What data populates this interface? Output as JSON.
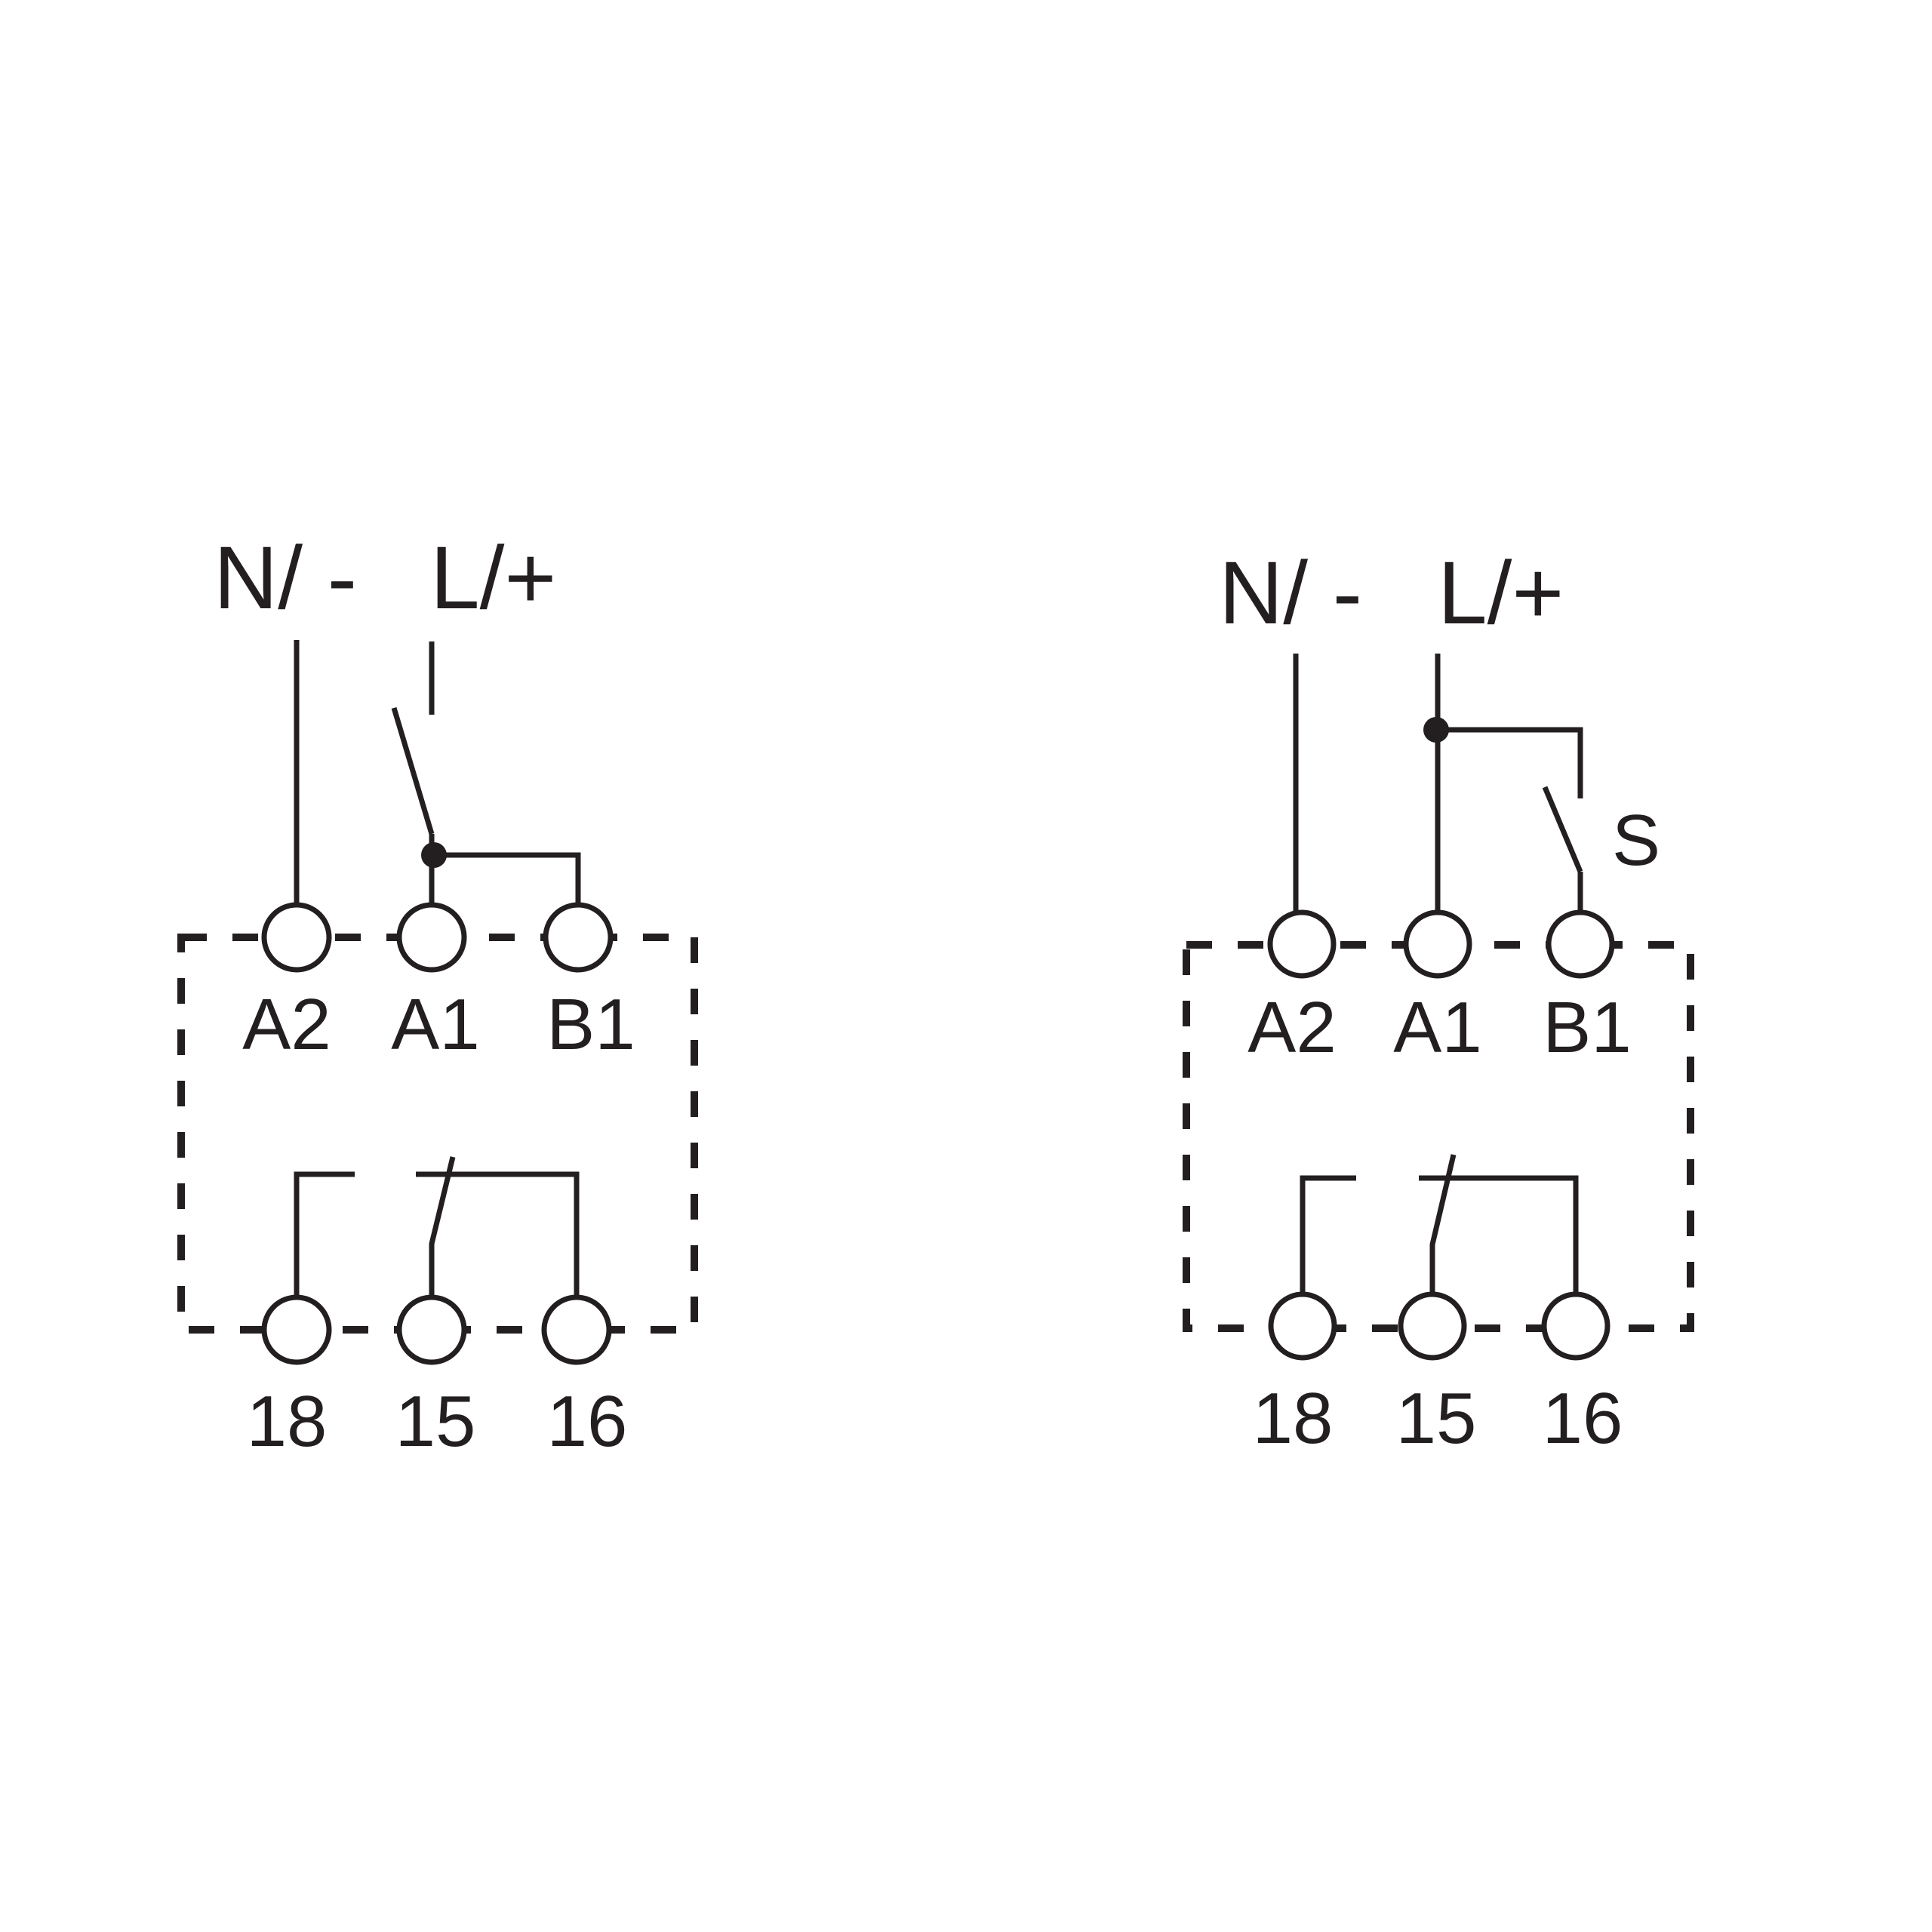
{
  "diagrams": [
    {
      "supply": {
        "neutral": "N/ -",
        "line": "L/+"
      },
      "terminals_top": [
        "A2",
        "A1",
        "B1"
      ],
      "terminals_bottom": [
        "18",
        "15",
        "16"
      ]
    },
    {
      "supply": {
        "neutral": "N/ -",
        "line": "L/+"
      },
      "terminals_top": [
        "A2",
        "A1",
        "B1"
      ],
      "terminals_bottom": [
        "18",
        "15",
        "16"
      ],
      "switch_label": "S"
    }
  ],
  "colors": {
    "line": "#231f20",
    "background": "#ffffff"
  }
}
